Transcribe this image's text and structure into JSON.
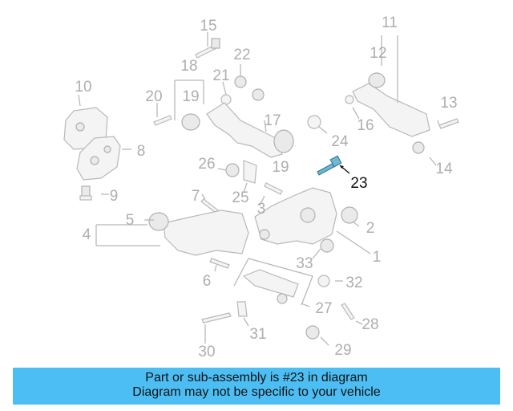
{
  "diagram": {
    "highlighted_label": "23",
    "labels": [
      "1",
      "2",
      "3",
      "4",
      "5",
      "6",
      "7",
      "8",
      "9",
      "10",
      "11",
      "12",
      "13",
      "14",
      "15",
      "16",
      "17",
      "18",
      "19",
      "19",
      "20",
      "21",
      "22",
      "24",
      "25",
      "26",
      "27",
      "28",
      "29",
      "30",
      "31",
      "32",
      "33"
    ]
  },
  "banner": {
    "line1": "Part or sub-assembly is #23 in diagram",
    "line2": "Diagram may not be specific to your vehicle",
    "color": "#4dbef3"
  }
}
